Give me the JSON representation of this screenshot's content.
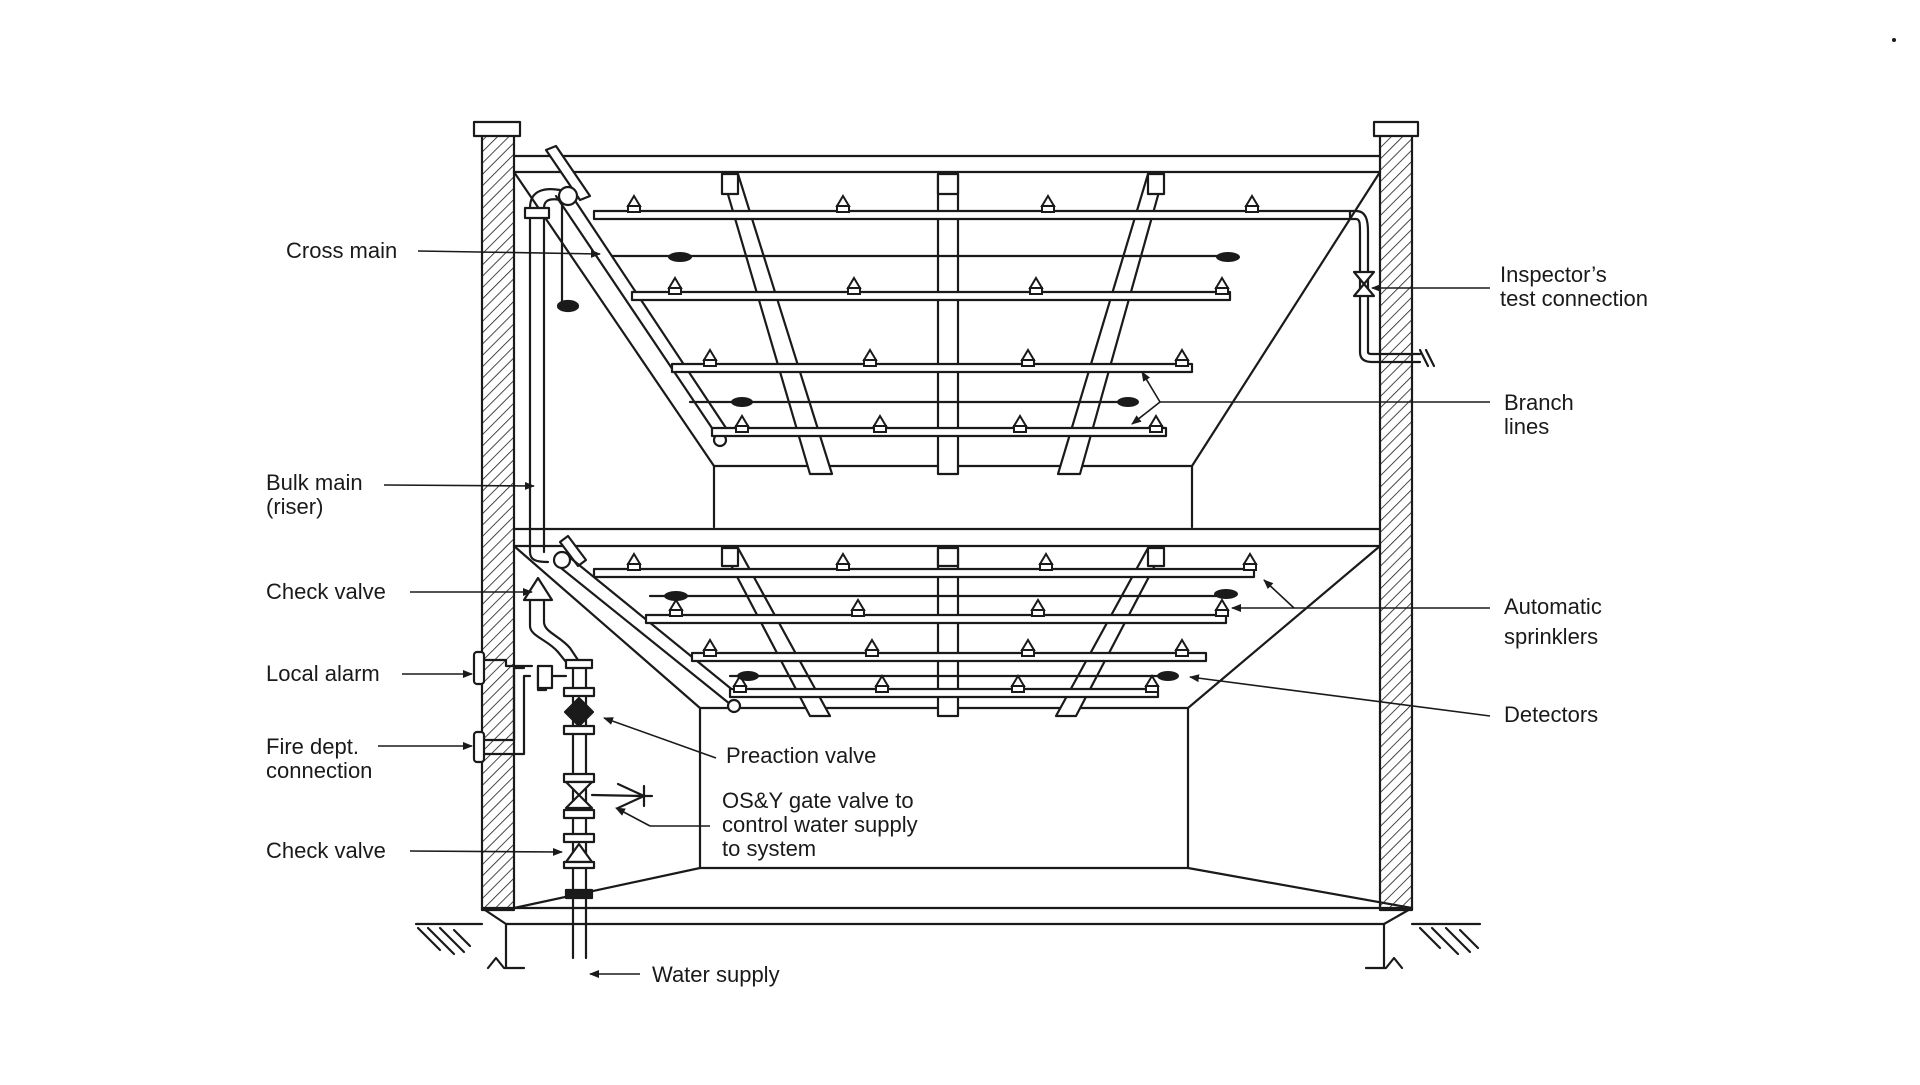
{
  "labels": {
    "cross_main": "Cross main",
    "bulk_main_1": "Bulk main",
    "bulk_main_2": "(riser)",
    "check_valve_upper": "Check valve",
    "local_alarm": "Local alarm",
    "fire_dept_1": "Fire dept.",
    "fire_dept_2": "connection",
    "check_valve_lower": "Check valve",
    "inspector_1": "Inspector’s",
    "inspector_2": "test connection",
    "branch_1": "Branch",
    "branch_2": "lines",
    "auto_1": "Automatic",
    "auto_2": "sprinklers",
    "detectors": "Detectors",
    "preaction": "Preaction valve",
    "osy_1": "OS&Y gate valve to",
    "osy_2": "control water supply",
    "osy_3": "to system",
    "water_supply": "Water supply"
  },
  "colors": {
    "line": "#1a1a1a",
    "background": "#ffffff"
  }
}
